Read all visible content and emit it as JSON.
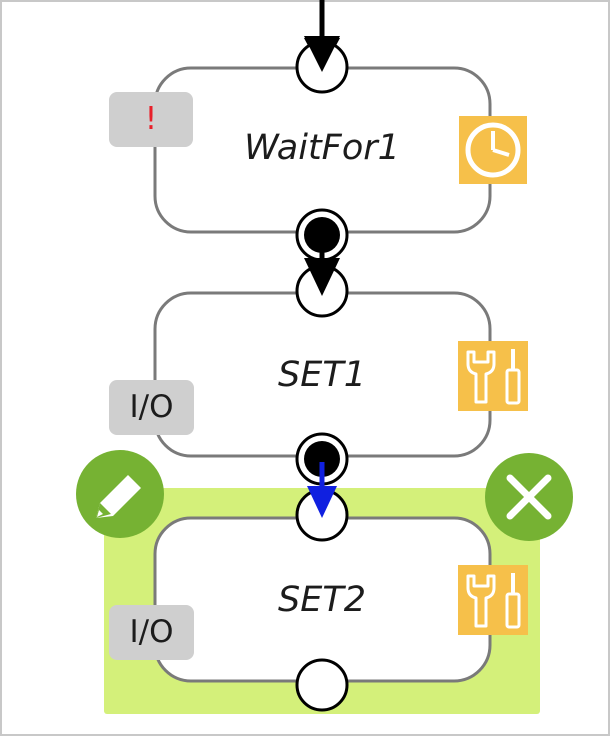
{
  "nodes": [
    {
      "id": "wait",
      "label": "WaitFor1",
      "badge": "!",
      "icon": "clock-icon"
    },
    {
      "id": "set1",
      "label": "SET1",
      "badge": "I/O",
      "icon": "tools-icon"
    },
    {
      "id": "set2",
      "label": "SET2",
      "badge": "I/O",
      "icon": "tools-icon",
      "selected": true
    }
  ],
  "actions": {
    "edit": "pencil-icon",
    "delete": "close-icon"
  },
  "colors": {
    "selection": "#d4f07a",
    "action_button": "#76b233",
    "tool_icon": "#f6c04a",
    "badge": "#cfcfcf",
    "warning": "#e8202a",
    "new_arrow": "#1020e0"
  }
}
